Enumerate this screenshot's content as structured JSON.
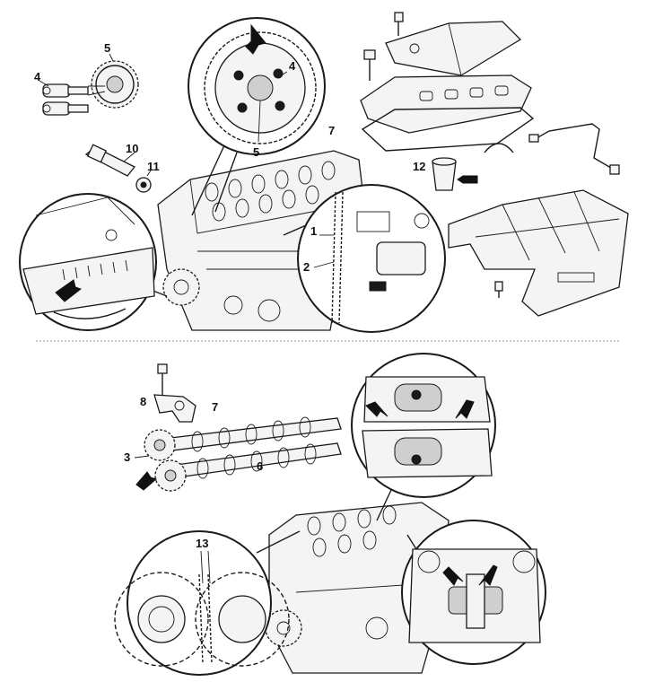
{
  "labels": {
    "l1": "1",
    "l2": "2",
    "l3": "3",
    "l4a": "4",
    "l4b": "4",
    "l5a": "5",
    "l5b": "5",
    "l6": "6",
    "l7a": "7",
    "l7b": "7",
    "l8": "8",
    "l10": "10",
    "l11": "11",
    "l12": "12",
    "l13": "13"
  },
  "colors": {
    "ink": "#1a1a1a",
    "paper": "#ffffff"
  }
}
